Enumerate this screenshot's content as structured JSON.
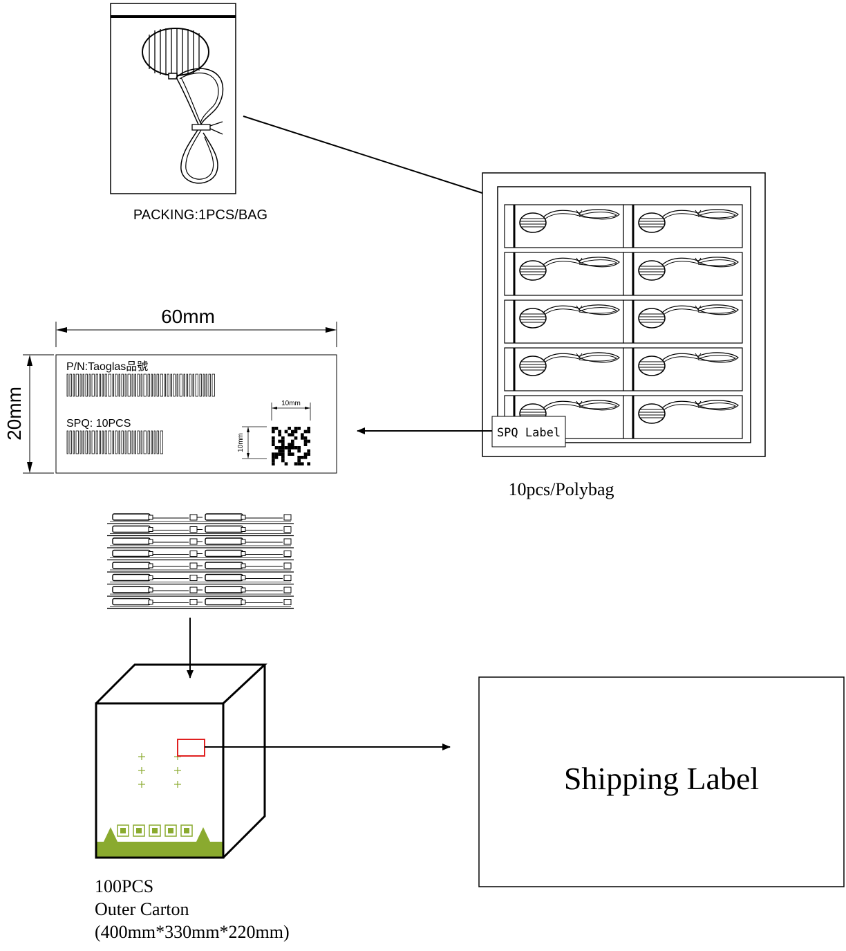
{
  "single_bag": {
    "caption": "PACKING:1PCS/BAG"
  },
  "spq_label": {
    "width_dim": "60mm",
    "height_dim": "20mm",
    "pn_text": "P/N:Taoglas品號",
    "spq_text": "SPQ: 10PCS",
    "qr_width_dim": "10mm",
    "qr_height_dim": "10mm"
  },
  "polybag": {
    "caption": "10pcs/Polybag",
    "spq_tag": "SPQ Label"
  },
  "carton": {
    "caption_line1": "100PCS",
    "caption_line2": "Outer Carton",
    "caption_line3": "(400mm*330mm*220mm)",
    "accent_color": "#8aaa2f",
    "highlight_color": "#e02020"
  },
  "shipping_label": {
    "text": "Shipping Label"
  }
}
